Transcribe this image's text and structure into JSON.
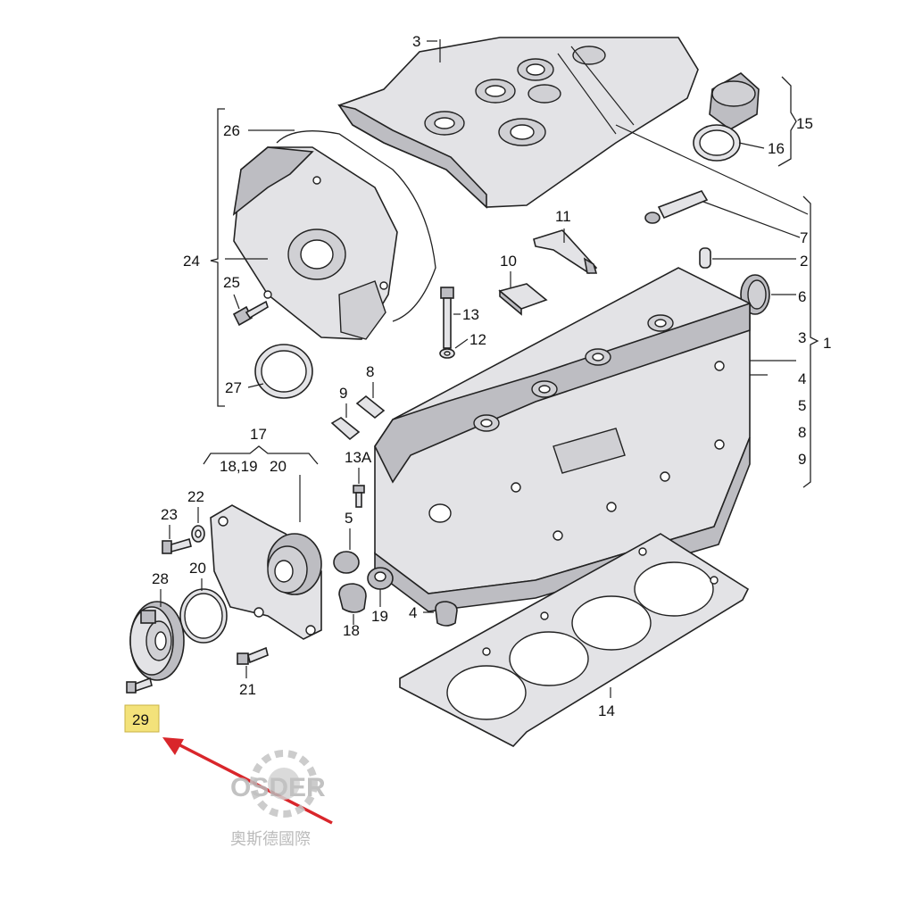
{
  "diagram": {
    "labels": [
      "1",
      "2",
      "3",
      "4",
      "5",
      "6",
      "7",
      "8",
      "9",
      "10",
      "11",
      "12",
      "13",
      "13A",
      "14",
      "15",
      "16",
      "17",
      "18,19",
      "20",
      "21",
      "22",
      "23",
      "24",
      "25",
      "26",
      "27",
      "28",
      "29"
    ],
    "extra_labels": {
      "right_3": "3",
      "right_4": "4",
      "right_5": "5",
      "right_8": "8",
      "right_9": "9",
      "left_5": "5",
      "left_4": "4",
      "left_20": "20",
      "left_18": "18",
      "left_19": "19",
      "top_3": "3"
    },
    "highlighted_label": "29",
    "highlight_color": "#f3e27a",
    "arrow_color": "#d9262b"
  },
  "watermark": {
    "logo_text": "OSDER",
    "caption": "奧斯德國際"
  }
}
